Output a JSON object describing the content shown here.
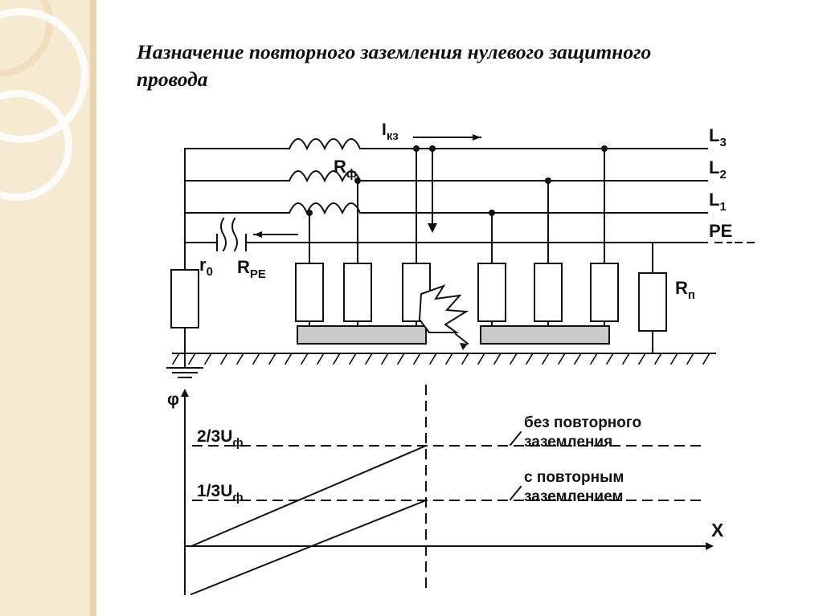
{
  "slide": {
    "title": "Назначение повторного заземления нулевого защитного провода"
  },
  "diagram": {
    "phase_lines": [
      "L3",
      "L2",
      "L1"
    ],
    "pe_line": "PE",
    "current_label": "Iкз",
    "labels": {
      "r_phase": "Rф",
      "r0": "r0",
      "r_pe": "RPE",
      "r_p": "Rп",
      "phi": "φ"
    },
    "graph": {
      "y_ticks": [
        "2/3Uф",
        "1/3Uф"
      ],
      "x_axis": "X",
      "annotation_top": "без повторного заземления",
      "annotation_bottom": "с повторным заземлением"
    }
  }
}
